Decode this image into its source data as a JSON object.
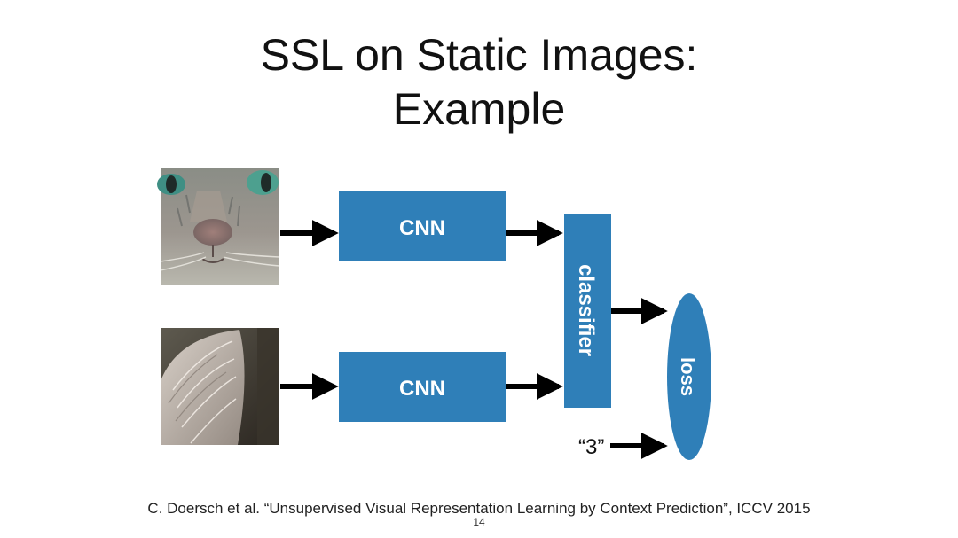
{
  "title": {
    "line1": "SSL on Static Images:",
    "line2": "Example"
  },
  "diagram": {
    "cnn_top_label": "CNN",
    "cnn_bottom_label": "CNN",
    "classifier_label": "classifier",
    "loss_label": "loss",
    "target_label": "“3”",
    "images": {
      "top": "cat-face-patch",
      "bottom": "cat-ear-patch"
    },
    "colors": {
      "box": "#2f7fb8",
      "box_text": "#ffffff",
      "arrow": "#000000"
    }
  },
  "citation": "C. Doersch et al. “Unsupervised Visual Representation Learning by Context Prediction”, ICCV 2015",
  "page_number": "14"
}
